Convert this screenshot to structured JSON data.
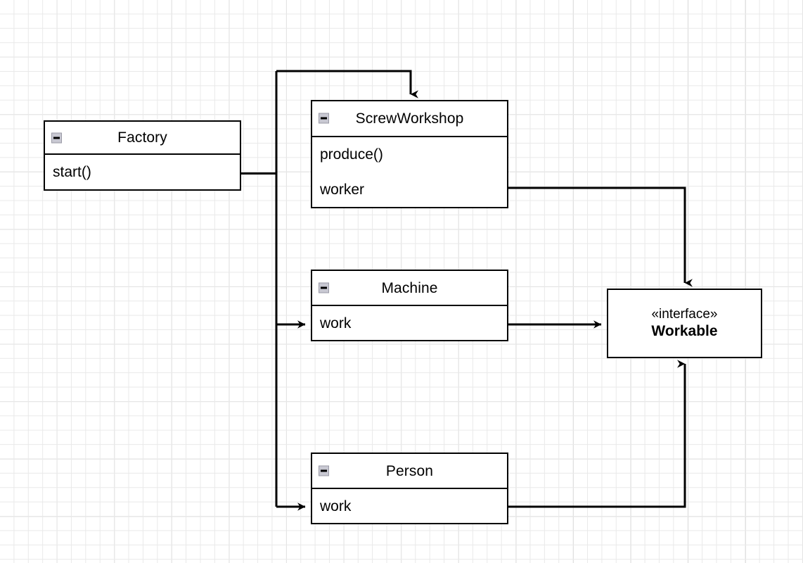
{
  "diagram": {
    "type": "uml-class-diagram",
    "background": "#ffffff",
    "grid_color_minor": "#e9e9e9",
    "grid_color_major": "#c9c9c9",
    "stroke_color": "#000000"
  },
  "classes": [
    {
      "id": "factory",
      "name": "Factory",
      "collapse_icon": "minus-icon",
      "members": [
        "start()"
      ]
    },
    {
      "id": "screwworkshop",
      "name": "ScrewWorkshop",
      "collapse_icon": "minus-icon",
      "members": [
        "produce()",
        "worker"
      ]
    },
    {
      "id": "machine",
      "name": "Machine",
      "collapse_icon": "minus-icon",
      "members": [
        "work"
      ]
    },
    {
      "id": "person",
      "name": "Person",
      "collapse_icon": "minus-icon",
      "members": [
        "work"
      ]
    }
  ],
  "interfaces": [
    {
      "id": "workable",
      "stereotype": "«interface»",
      "name": "Workable"
    }
  ],
  "edges": [
    {
      "from": "factory",
      "to": "screwworkshop",
      "arrow": "open-arrow-down"
    },
    {
      "from": "factory",
      "to": "machine",
      "arrow": "open-arrow-right"
    },
    {
      "from": "factory",
      "to": "person",
      "arrow": "open-arrow-right"
    },
    {
      "from": "screwworkshop",
      "to": "workable",
      "arrow": "open-arrow-down"
    },
    {
      "from": "machine",
      "to": "workable",
      "arrow": "open-arrow-right"
    },
    {
      "from": "person",
      "to": "workable",
      "arrow": "open-arrow-up"
    }
  ]
}
